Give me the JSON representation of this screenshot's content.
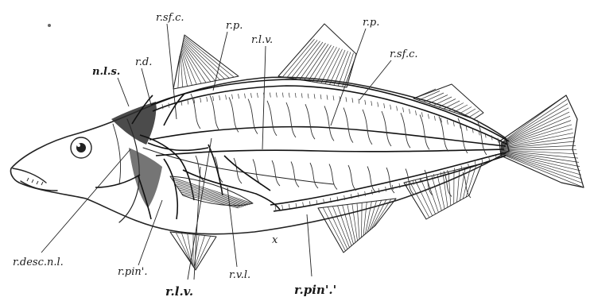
{
  "labels": {
    "nls": "n.l.s.",
    "rd": "r.d.",
    "rsfc_front": "r.sf.c.",
    "rp_front": "r.p.",
    "rlv_top": "r.l.v.",
    "rp_back": "r.p.",
    "rsfc_back": "r.sf.c.",
    "rdescnl": "r.desc.n.l.",
    "rpin_front": "r.pin'.",
    "rlv_bottom": "r.l.v.",
    "rvl": "r.v.l.",
    "x": "x",
    "rpin_back": "r.pin'.'"
  }
}
